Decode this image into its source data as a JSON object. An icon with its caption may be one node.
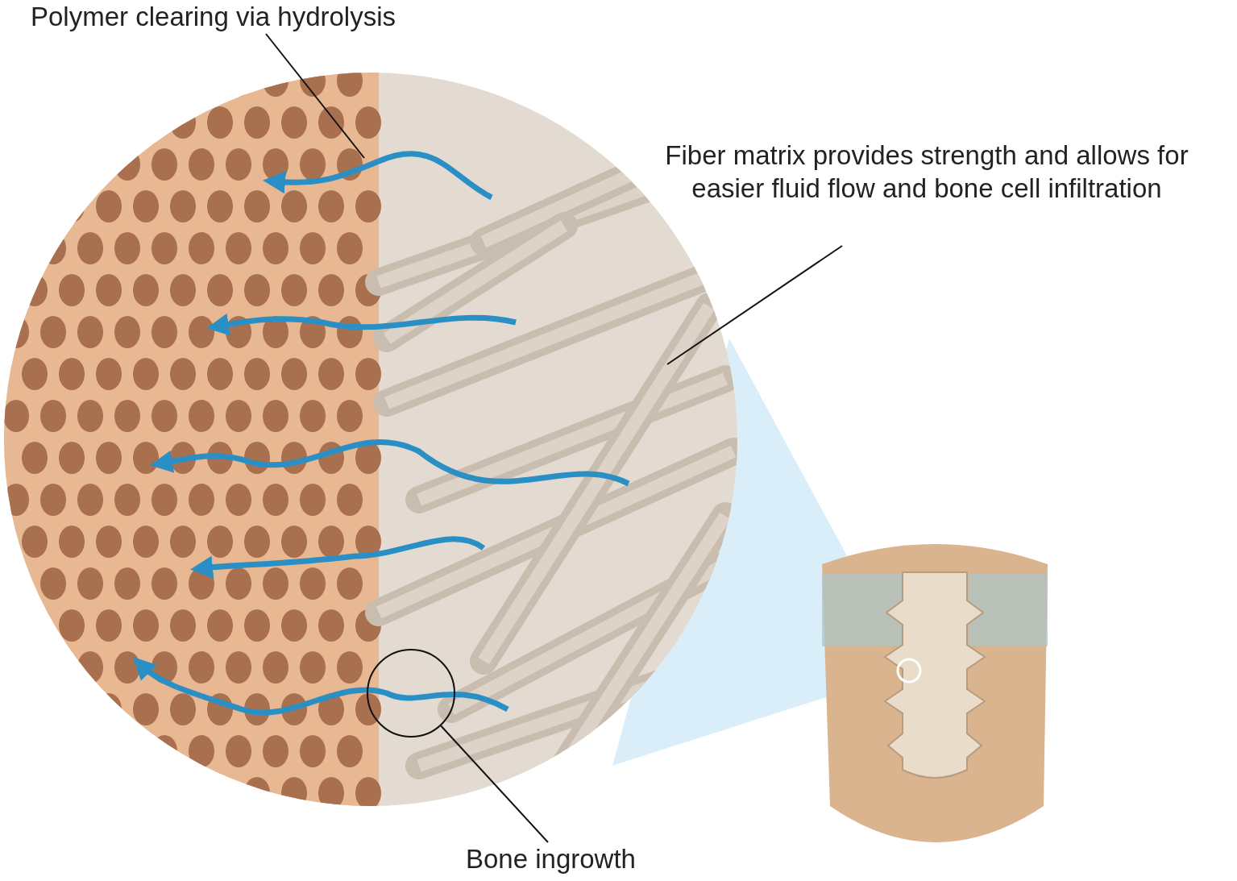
{
  "diagram": {
    "nodes": [
      {
        "text": [
          "Polymer clearing via hydrolysis"
        ]
      },
      {
        "text": [
          "Fiber matrix provides strength and allows for easier fluid flow and bone cell infiltration"
        ]
      },
      {
        "text": [
          "Bone ingrowth"
        ]
      },
      {
        "text": [],
        "shape": "circle"
      }
    ],
    "edges": [
      {
        "from": 0,
        "to": null,
        "arrow": "none"
      },
      {
        "from": 1,
        "to": null,
        "arrow": "none"
      },
      {
        "from": 2,
        "to": 3,
        "arrow": "none"
      }
    ]
  }
}
